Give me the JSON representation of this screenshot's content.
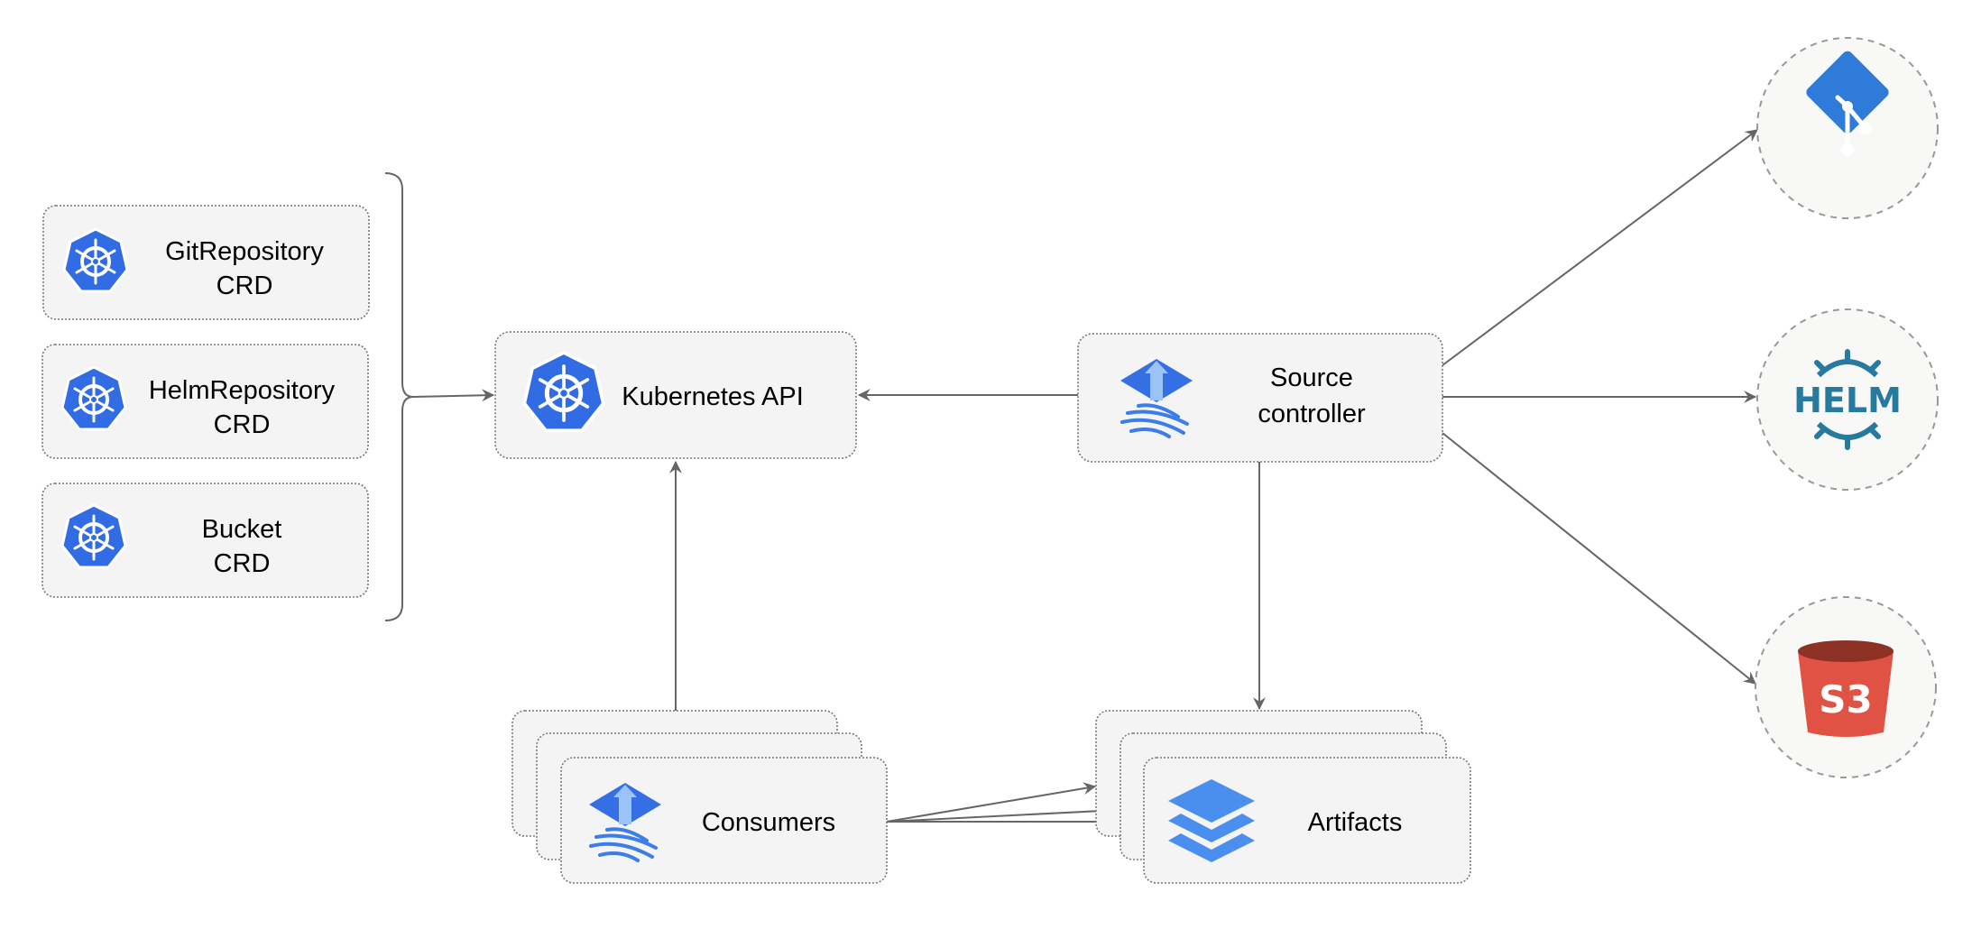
{
  "nodes": {
    "git_repository_crd": {
      "line1": "GitRepository",
      "line2": "CRD",
      "icon": "kubernetes-icon"
    },
    "helm_repository_crd": {
      "line1": "HelmRepository",
      "line2": "CRD",
      "icon": "kubernetes-icon"
    },
    "bucket_crd": {
      "line1": "Bucket",
      "line2": "CRD",
      "icon": "kubernetes-icon"
    },
    "kubernetes_api": {
      "label": "Kubernetes API",
      "icon": "kubernetes-icon"
    },
    "source_controller": {
      "line1": "Source",
      "line2": "controller",
      "icon": "flux-icon"
    },
    "consumers": {
      "label": "Consumers",
      "icon": "flux-icon"
    },
    "artifacts": {
      "label": "Artifacts",
      "icon": "layers-icon"
    },
    "git": {
      "icon": "git-icon"
    },
    "helm": {
      "icon": "helm-icon",
      "logo_text": "HELM"
    },
    "s3": {
      "icon": "s3-bucket-icon",
      "logo_text": "S3"
    }
  },
  "colors": {
    "kubernetes_blue": "#326ce5",
    "flux_blue": "#3b7de9",
    "git_blue": "#2f7bd9",
    "helm_teal": "#277a9f",
    "s3_red": "#e05243",
    "s3_dark": "#8c3123",
    "node_fill": "#f4f4f4",
    "edge": "#666666"
  }
}
